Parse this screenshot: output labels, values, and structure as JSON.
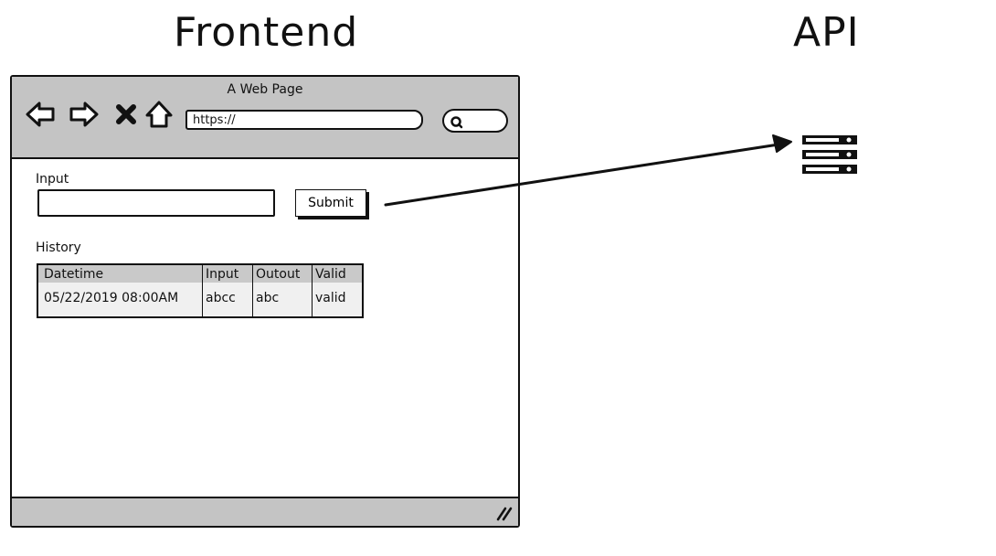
{
  "headings": {
    "frontend": "Frontend",
    "api": "API"
  },
  "browser": {
    "title": "A Web Page",
    "url": "https://",
    "nav_icons": [
      "back-arrow-icon",
      "forward-arrow-icon",
      "close-icon",
      "home-icon"
    ]
  },
  "form": {
    "input_label": "Input",
    "input_value": "",
    "submit_label": "Submit"
  },
  "history": {
    "label": "History",
    "columns": [
      "Datetime",
      "Input",
      "Outout",
      "Valid"
    ],
    "rows": [
      [
        "05/22/2019 08:00AM",
        "abcc",
        "abc",
        "valid"
      ]
    ]
  },
  "connector": {
    "from": "submit-button",
    "to": "api-server-icon"
  }
}
